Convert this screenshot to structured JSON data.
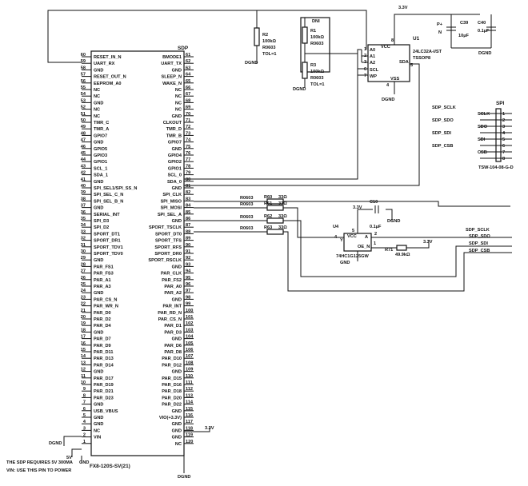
{
  "sdp": {
    "title": "SDP",
    "part": "FX8-120S-SV(21)",
    "left_pins": [
      {
        "n": "60",
        "name": "RESET_IN_N"
      },
      {
        "n": "59",
        "name": "UART_RX"
      },
      {
        "n": "58",
        "name": "GND"
      },
      {
        "n": "57",
        "name": "RESET_OUT_N"
      },
      {
        "n": "56",
        "name": "EEPROM_A0"
      },
      {
        "n": "55",
        "name": "NC"
      },
      {
        "n": "54",
        "name": "NC"
      },
      {
        "n": "53",
        "name": "GND"
      },
      {
        "n": "52",
        "name": "NC"
      },
      {
        "n": "51",
        "name": "NC"
      },
      {
        "n": "50",
        "name": "TMR_C"
      },
      {
        "n": "49",
        "name": "TMR_A"
      },
      {
        "n": "48",
        "name": "GPIO7"
      },
      {
        "n": "47",
        "name": "GND"
      },
      {
        "n": "46",
        "name": "GPIO5"
      },
      {
        "n": "45",
        "name": "GPIO3"
      },
      {
        "n": "44",
        "name": "GPIO1"
      },
      {
        "n": "43",
        "name": "SCL_1"
      },
      {
        "n": "42",
        "name": "SDA_1"
      },
      {
        "n": "41",
        "name": "GND"
      },
      {
        "n": "40",
        "name": "SPI_SEL1/SPI_SS_N"
      },
      {
        "n": "39",
        "name": "SPI_SEL_C_N"
      },
      {
        "n": "38",
        "name": "SPI_SEL_B_N"
      },
      {
        "n": "37",
        "name": "GND"
      },
      {
        "n": "36",
        "name": "SERIAL_INT"
      },
      {
        "n": "35",
        "name": "SPI_D3"
      },
      {
        "n": "34",
        "name": "SPI_D2"
      },
      {
        "n": "33",
        "name": "SPORT_DT1"
      },
      {
        "n": "32",
        "name": "SPORT_DR1"
      },
      {
        "n": "31",
        "name": "SPORT_TDV1"
      },
      {
        "n": "30",
        "name": "SPORT_TDV0"
      },
      {
        "n": "29",
        "name": "GND"
      },
      {
        "n": "28",
        "name": "PAR_FS1"
      },
      {
        "n": "27",
        "name": "PAR_FS3"
      },
      {
        "n": "26",
        "name": "PAR_A1"
      },
      {
        "n": "25",
        "name": "PAR_A3"
      },
      {
        "n": "24",
        "name": "GND"
      },
      {
        "n": "23",
        "name": "PAR_CS_N"
      },
      {
        "n": "22",
        "name": "PAR_WR_N"
      },
      {
        "n": "21",
        "name": "PAR_D0"
      },
      {
        "n": "20",
        "name": "PAR_D2"
      },
      {
        "n": "19",
        "name": "PAR_D4"
      },
      {
        "n": "18",
        "name": "GND"
      },
      {
        "n": "17",
        "name": "PAR_D7"
      },
      {
        "n": "16",
        "name": "PAR_D9"
      },
      {
        "n": "15",
        "name": "PAR_D11"
      },
      {
        "n": "14",
        "name": "PAR_D13"
      },
      {
        "n": "13",
        "name": "PAR_D14"
      },
      {
        "n": "12",
        "name": "GND"
      },
      {
        "n": "11",
        "name": "PAR_D17"
      },
      {
        "n": "10",
        "name": "PAR_D19"
      },
      {
        "n": "9",
        "name": "PAR_D21"
      },
      {
        "n": "8",
        "name": "PAR_D23"
      },
      {
        "n": "7",
        "name": "GND"
      },
      {
        "n": "6",
        "name": "USB_VBUS"
      },
      {
        "n": "5",
        "name": "GND"
      },
      {
        "n": "4",
        "name": "GND"
      },
      {
        "n": "3",
        "name": "NC"
      },
      {
        "n": "2",
        "name": "VIN"
      },
      {
        "n": "1",
        "name": ""
      }
    ],
    "right_pins": [
      {
        "n": "61",
        "name": "BMODE1"
      },
      {
        "n": "62",
        "name": "UART_TX"
      },
      {
        "n": "63",
        "name": "GND"
      },
      {
        "n": "64",
        "name": "SLEEP_N"
      },
      {
        "n": "65",
        "name": "WAKE_N"
      },
      {
        "n": "66",
        "name": "NC"
      },
      {
        "n": "67",
        "name": "NC"
      },
      {
        "n": "68",
        "name": "NC"
      },
      {
        "n": "69",
        "name": "NC"
      },
      {
        "n": "70",
        "name": "GND"
      },
      {
        "n": "71",
        "name": "CLKOUT"
      },
      {
        "n": "72",
        "name": "TMR_D"
      },
      {
        "n": "73",
        "name": "TMR_B"
      },
      {
        "n": "74",
        "name": "GPIO7"
      },
      {
        "n": "75",
        "name": "GND"
      },
      {
        "n": "76",
        "name": "GPIO4"
      },
      {
        "n": "77",
        "name": "GPIO2"
      },
      {
        "n": "78",
        "name": "GPIO1"
      },
      {
        "n": "79",
        "name": "SCL_0"
      },
      {
        "n": "80",
        "name": "SDA_0"
      },
      {
        "n": "81",
        "name": "GND"
      },
      {
        "n": "82",
        "name": "SPI_CLK"
      },
      {
        "n": "83",
        "name": "SPI_MISO"
      },
      {
        "n": "84",
        "name": "SPI_MOSI"
      },
      {
        "n": "85",
        "name": "SPI_SEL_A"
      },
      {
        "n": "86",
        "name": "GND"
      },
      {
        "n": "87",
        "name": "SPORT_TSCLK"
      },
      {
        "n": "88",
        "name": "SPORT_DT0"
      },
      {
        "n": "89",
        "name": "SPORT_TFS"
      },
      {
        "n": "90",
        "name": "SPORT_RFS"
      },
      {
        "n": "91",
        "name": "SPORT_DR0"
      },
      {
        "n": "92",
        "name": "SPORT_RSCLK"
      },
      {
        "n": "93",
        "name": "GND"
      },
      {
        "n": "94",
        "name": "PAR_CLK"
      },
      {
        "n": "95",
        "name": "PAR_FS2"
      },
      {
        "n": "96",
        "name": "PAR_A0"
      },
      {
        "n": "97",
        "name": "PAR_A2"
      },
      {
        "n": "98",
        "name": "GND"
      },
      {
        "n": "99",
        "name": "PAR_INT"
      },
      {
        "n": "100",
        "name": "PAR_RD_N"
      },
      {
        "n": "101",
        "name": "PAR_CS_N"
      },
      {
        "n": "102",
        "name": "PAR_D1"
      },
      {
        "n": "103",
        "name": "PAR_D3"
      },
      {
        "n": "104",
        "name": "GND"
      },
      {
        "n": "105",
        "name": "PAR_D6"
      },
      {
        "n": "106",
        "name": "PAR_D8"
      },
      {
        "n": "107",
        "name": "PAR_D10"
      },
      {
        "n": "108",
        "name": "PAR_D12"
      },
      {
        "n": "109",
        "name": "GND"
      },
      {
        "n": "110",
        "name": "PAR_D15"
      },
      {
        "n": "111",
        "name": "PAR_D16"
      },
      {
        "n": "112",
        "name": "PAR_D18"
      },
      {
        "n": "113",
        "name": "PAR_D20"
      },
      {
        "n": "114",
        "name": "PAR_D22"
      },
      {
        "n": "115",
        "name": "GND"
      },
      {
        "n": "116",
        "name": "VIO(+3.3V)"
      },
      {
        "n": "117",
        "name": "GND"
      },
      {
        "n": "118",
        "name": "GND"
      },
      {
        "n": "119",
        "name": "GND"
      },
      {
        "n": "120",
        "name": "NC"
      }
    ]
  },
  "eeprom": {
    "designator": "U1",
    "part": "24LC32A-I/ST",
    "package": "TSSOP8",
    "pins": {
      "a0": "A0",
      "a1": "A1",
      "a2": "A2",
      "scl": "SCL",
      "wp": "WP",
      "vcc": "VCC",
      "sda": "SDA",
      "vss": "VSS"
    },
    "pin_numbers": {
      "a0": "1",
      "a1": "2",
      "a2": "3",
      "scl": "6",
      "wp": "7",
      "vcc": "8",
      "sda": "5",
      "vss": "4"
    }
  },
  "dnl": "DNI",
  "r1": {
    "ref": "R1",
    "value": "100kΩ",
    "pkg": "R0603"
  },
  "r2": {
    "ref": "R2",
    "value": "100kΩ",
    "pkg": "R0603",
    "tol": "TOL=1"
  },
  "r3": {
    "ref": "R3",
    "value": "100kΩ",
    "pkg": "R0603",
    "tol": "TOL=1"
  },
  "c39": {
    "ref": "C39",
    "value": "10µF",
    "plus": "P+",
    "minus": "N"
  },
  "c40": {
    "ref": "C40",
    "value": "0.1µF"
  },
  "c10": {
    "ref": "C10",
    "value": "0.1µF"
  },
  "rails": {
    "v33": "3.3V",
    "gnd": "DGND",
    "v5": "5V",
    "gnd_plain": "GND"
  },
  "series_resistors": [
    {
      "pkg": "R0603",
      "ref": "R60",
      "value": "33Ω"
    },
    {
      "pkg": "R0603",
      "ref": "R61",
      "value": "33Ω"
    },
    {
      "pkg": "R0603",
      "ref": "R62",
      "value": "33Ω"
    },
    {
      "pkg": "R0603",
      "ref": "R63",
      "value": "33Ω"
    }
  ],
  "buffer": {
    "designator": "U4",
    "part": "74HC1G125GW",
    "pin_vcc": "VCC",
    "pin_oe": "OE_N",
    "pin_y": "Y",
    "pin_a": "A",
    "pin5": "5",
    "pin4": "4",
    "pin1": "1",
    "pin2": "2",
    "gnd_label": "GND"
  },
  "r71": {
    "ref": "R71",
    "value": "49.9kΩ"
  },
  "header": {
    "title": "SPI",
    "part": "TSW-104-08-G-D",
    "signals": [
      "SDP_SCLK",
      "SDP_SDO",
      "SDP_SDI",
      "SDP_CSB"
    ],
    "pin_labels": [
      "SCLK",
      "SDO",
      "SDI",
      "CSB"
    ],
    "pins": [
      "1",
      "2",
      "3",
      "4",
      "5",
      "6",
      "7",
      "8"
    ]
  },
  "nets": [
    "SDP_SCLK",
    "SDP_SDO",
    "SDP_SDI",
    "SDP_CSB"
  ],
  "notes": [
    "THE SDP REQUIRES 5V 300MA",
    "VIN: USE THIS PIN TO POWER"
  ]
}
